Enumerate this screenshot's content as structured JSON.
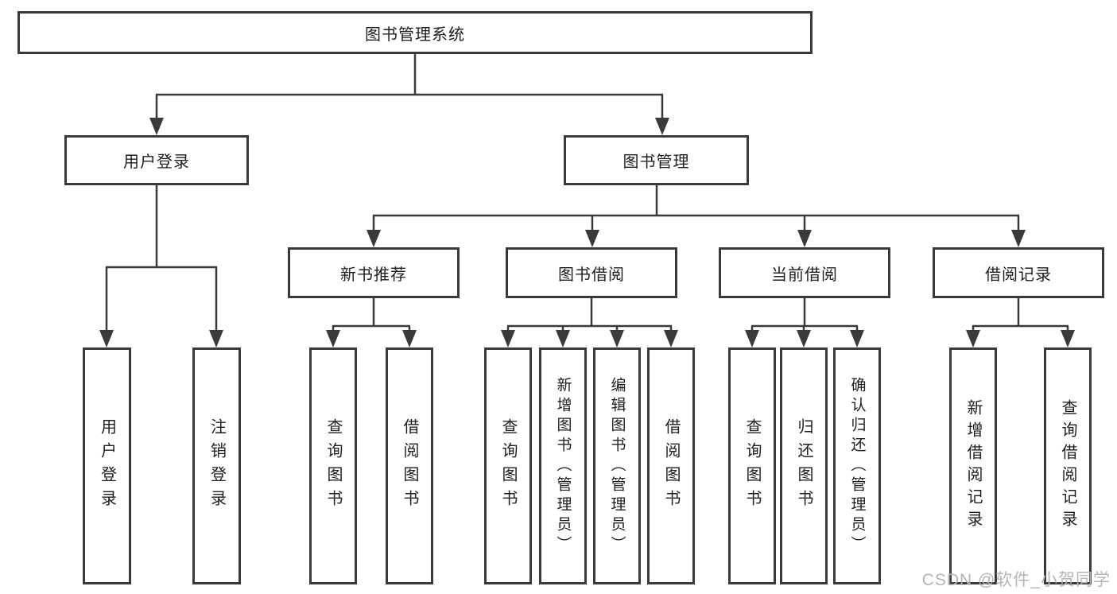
{
  "diagram": {
    "title": "图书管理系统",
    "root": {
      "label": "图书管理系统"
    },
    "level2": {
      "user_login": {
        "label": "用户登录"
      },
      "book_mgmt": {
        "label": "图书管理"
      }
    },
    "level3": {
      "new_books": {
        "label": "新书推荐"
      },
      "borrowing": {
        "label": "图书借阅"
      },
      "current": {
        "label": "当前借阅"
      },
      "records": {
        "label": "借阅记录"
      }
    },
    "leaves": {
      "ul_login": {
        "label": "用户登录"
      },
      "ul_logout": {
        "label": "注销登录"
      },
      "nb_query": {
        "label": "查询图书"
      },
      "nb_borrow": {
        "label": "借阅图书"
      },
      "bb_query": {
        "label": "查询图书"
      },
      "bb_add": {
        "label": "新增图书（管理员）"
      },
      "bb_edit": {
        "label": "编辑图书（管理员）"
      },
      "bb_borrow": {
        "label": "借阅图书"
      },
      "cb_query": {
        "label": "查询图书"
      },
      "cb_return": {
        "label": "归还图书"
      },
      "cb_confirm": {
        "label": "确认归还（管理员）"
      },
      "rc_add": {
        "label": "新增借阅记录"
      },
      "rc_query": {
        "label": "查询借阅记录"
      }
    }
  },
  "watermark": "CSDN @软件_小贺同学",
  "colors": {
    "line": "#3a3a3a",
    "text": "#1e1e1e",
    "background": "#ffffff",
    "watermark": "#b5b5b5"
  }
}
